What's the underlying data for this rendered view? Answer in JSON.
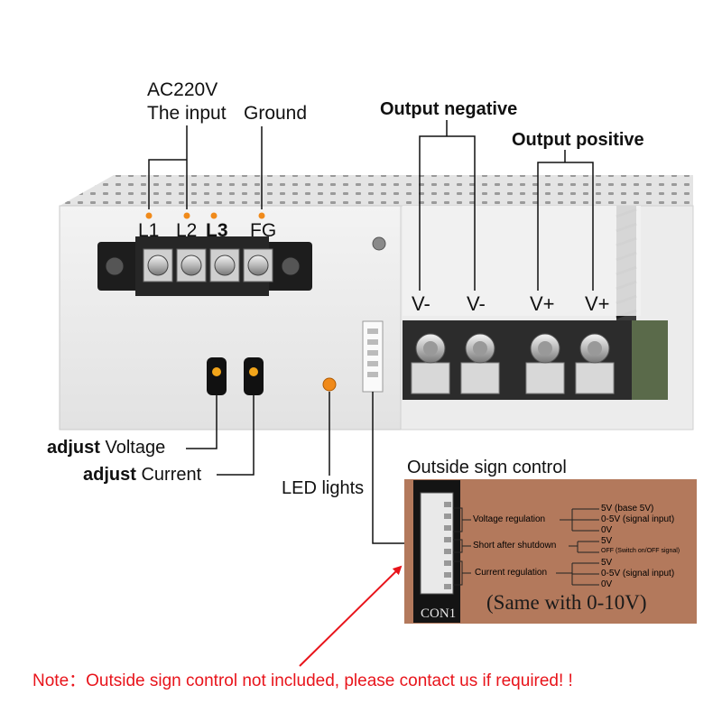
{
  "labels": {
    "ac_line1": "AC220V",
    "ac_line2": "The input",
    "ground": "Ground",
    "output_negative": "Output negative",
    "output_positive": "Output positive",
    "adjust_voltage_bold": "adjust",
    "adjust_voltage_rest": "Voltage",
    "adjust_current_bold": "adjust",
    "adjust_current_rest": "Current",
    "led_lights": "LED lights",
    "outside_sign_control": "Outside sign control"
  },
  "input_terminals": [
    "L1",
    "L2",
    "L3",
    "FG"
  ],
  "output_terminals": [
    "V-",
    "V-",
    "V+",
    "V+"
  ],
  "control_panel": {
    "connector_label": "CON1",
    "voltage_regulation": "Voltage regulation",
    "short_after_shutdown": "Short after shutdown",
    "current_regulation": "Current regulation",
    "v_5v_base": "5V (base 5V)",
    "v_0_5v_a": "0-5V (signal input)",
    "v_0v_a": "0V",
    "s_5v": "5V",
    "s_off": "OFF (Switch on/OFF signal)",
    "c_5v": "5V",
    "c_0_5v": "0-5V (signal input)",
    "c_0v": "0V",
    "same_with": "(Same with 0-10V)"
  },
  "note": "Note：Outside sign control not included, please contact us if required! !",
  "colors": {
    "note_red": "#e8141b",
    "arrow_red": "#e8141b",
    "panel_brown": "#b3795c",
    "indicator_orange": "#f08a1a",
    "leader_line": "#111111"
  }
}
